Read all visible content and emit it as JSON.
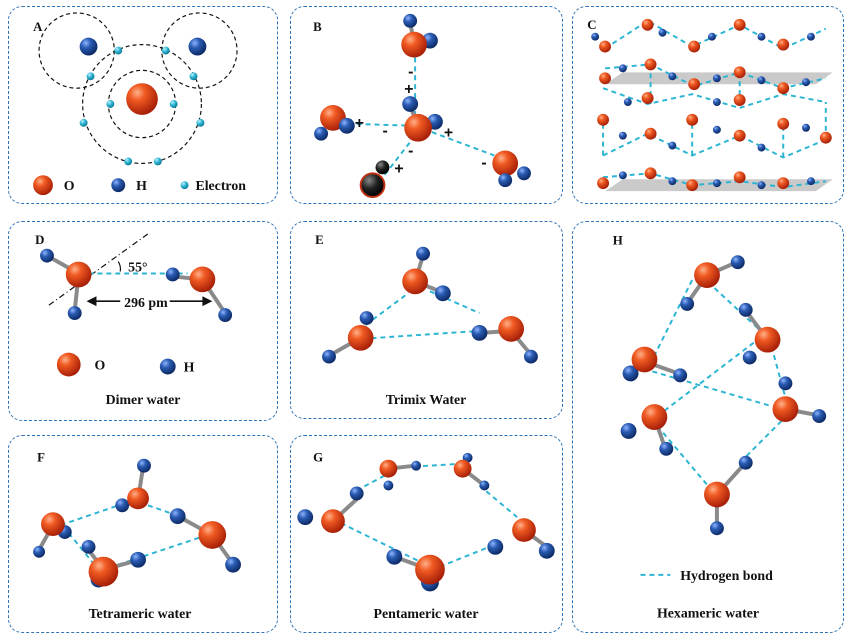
{
  "panels": {
    "A": {
      "label": "A",
      "legend_O": "O",
      "legend_H": "H",
      "legend_E": "Electron"
    },
    "B": {
      "label": "B",
      "plus": "+",
      "minus": "-"
    },
    "C": {
      "label": "C"
    },
    "D": {
      "label": "D",
      "angle": "55°",
      "distance": "296 pm",
      "legend_O": "O",
      "legend_H": "H",
      "caption": "Dimer water"
    },
    "E": {
      "label": "E",
      "caption": "Trimix Water"
    },
    "F": {
      "label": "F",
      "caption": "Tetrameric water"
    },
    "G": {
      "label": "G",
      "caption": "Pentameric water"
    },
    "H": {
      "label": "H",
      "legend_hbond": "Hydrogen bond",
      "caption": "Hexameric water"
    }
  },
  "colors": {
    "oxygen": "#e0401a",
    "hydrogen": "#1f4f99",
    "electron": "#2cb5d3",
    "hbond": "#2cb5d3",
    "border": "#2f73b5"
  }
}
